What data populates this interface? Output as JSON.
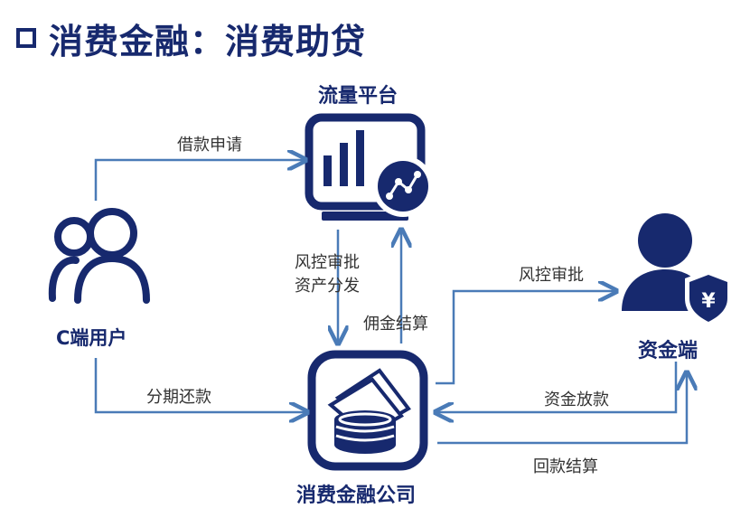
{
  "title": "消费金融：消费助贷",
  "nodes": {
    "traffic_platform": "流量平台",
    "c_user": "C端用户",
    "capital_side": "资金端",
    "consumer_finance_company": "消费金融公司"
  },
  "edges": {
    "loan_application": "借款申请",
    "risk_approval_asset_distribution_1": "风控审批",
    "risk_approval_asset_distribution_2": "资产分发",
    "commission_settlement": "佣金结算",
    "risk_approval": "风控审批",
    "installment_repayment": "分期还款",
    "capital_disbursement": "资金放款",
    "repayment_settlement": "回款结算"
  },
  "icons": {
    "traffic_platform": "monitor-chart-icon",
    "c_user": "users-icon",
    "capital_side": "user-yuan-shield-icon",
    "consumer_finance_company": "coin-stack-icon"
  },
  "colors": {
    "primary": "#17296e",
    "arrow": "#4a7bb7"
  }
}
